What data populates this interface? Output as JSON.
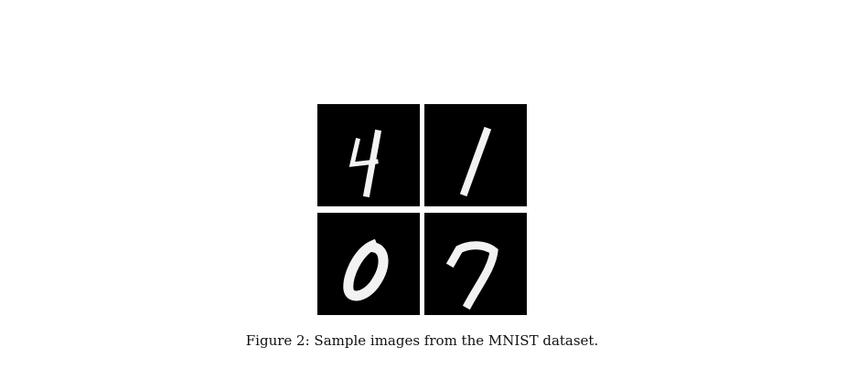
{
  "figure": {
    "caption": "Figure 2: Sample images from the MNIST dataset.",
    "images": [
      {
        "digit": "4",
        "image": "handwritten-digit-4"
      },
      {
        "digit": "1",
        "image": "handwritten-digit-1"
      },
      {
        "digit": "0",
        "image": "handwritten-digit-0"
      },
      {
        "digit": "7",
        "image": "handwritten-digit-7"
      }
    ],
    "colors": {
      "tile_background": "#000000",
      "digit_stroke": "#f2f2f2",
      "page_background": "#ffffff"
    }
  }
}
